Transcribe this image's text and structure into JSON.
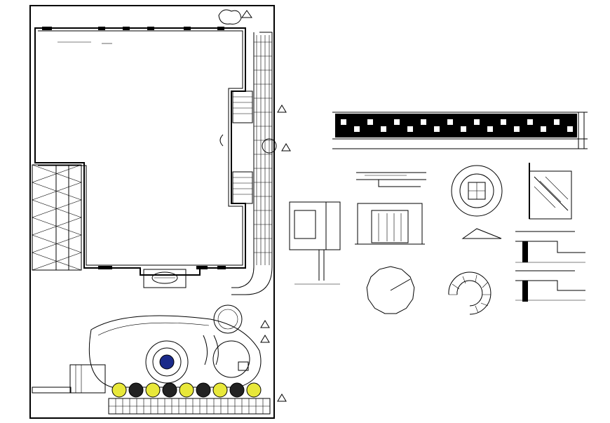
{
  "drawing": {
    "description_visible_text": "",
    "views": [
      {
        "id": "site-plan"
      },
      {
        "id": "elevation-strip"
      },
      {
        "id": "detail-sections"
      },
      {
        "id": "round-details"
      }
    ]
  },
  "colors": {
    "line": "#000000",
    "background": "#ffffff",
    "tree_fill": "#e8e83a",
    "fountain_fill": "#1a2a8a"
  }
}
